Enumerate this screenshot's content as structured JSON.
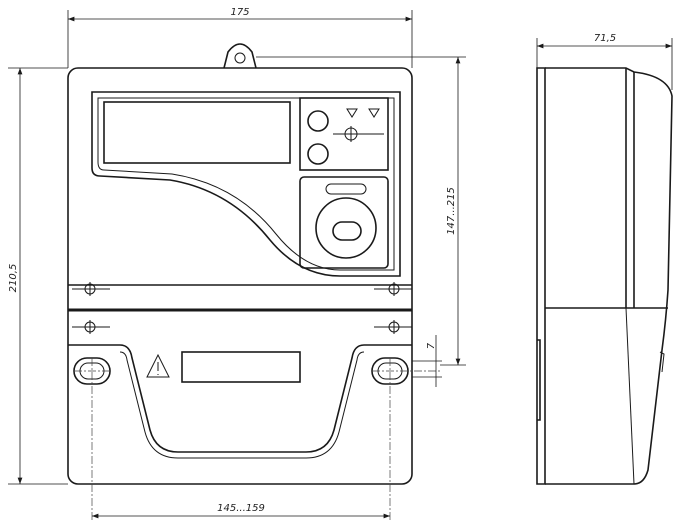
{
  "drawing": {
    "title": "Meter overall dimensions",
    "dimensions": {
      "width_front": "175",
      "height_total": "210,5",
      "mount_height": "147...215",
      "hole_offset": "7",
      "mount_spacing": "145...159",
      "depth_side": "71,5"
    },
    "colors": {
      "line": "#1a1a1a",
      "background": "#ffffff"
    }
  }
}
